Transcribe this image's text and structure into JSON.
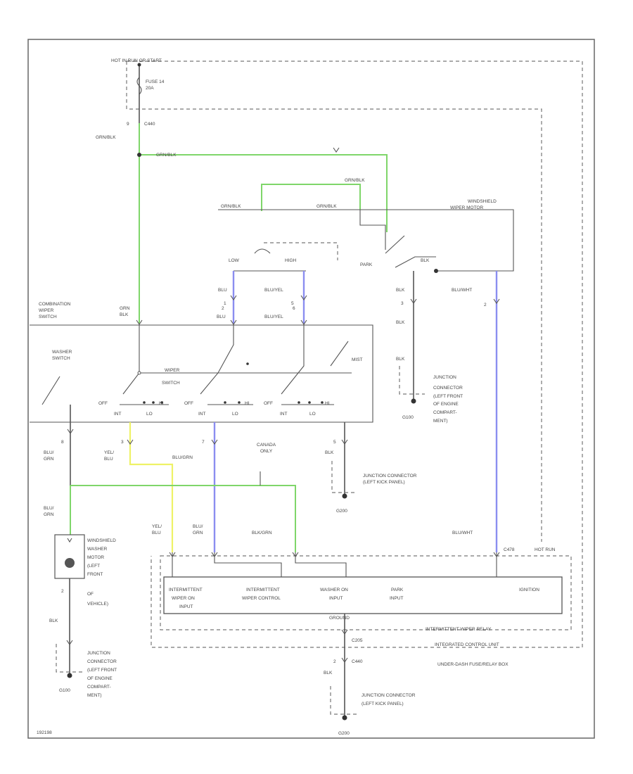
{
  "labels": {
    "hot_in_run": "HOT IN RUN OR START",
    "fuse": "FUSE 14",
    "fuse_amp": "20A",
    "pin_top": "9",
    "c440_top": "C440",
    "wire_grn_blk": "GRN/BLK",
    "wire_grn_blk_2": "GRN/BLK",
    "wire_grn_blk_3": "GRN/BLK",
    "wire_grn_blk_4": "GRN/BLK",
    "wire_grn_blk_5": "GRN/BLK",
    "motor_title_1": "WINDSHIELD",
    "motor_title_2": "WIPER MOTOR",
    "low": "LOW",
    "high": "HIGH",
    "park": "PARK",
    "blk_park": "BLK",
    "blu": "BLU",
    "pin_1": "1",
    "blu_yel": "BLU/YEL",
    "pin_5": "5",
    "blk_motor": "BLK",
    "pin_3_motor": "3",
    "blu_wht": "BLU/WHT",
    "pin_2_motor": "2",
    "combo_1": "COMBINATION",
    "combo_2": "WIPER",
    "combo_3": "SWITCH",
    "grn_blk_sw_1": "GRN",
    "grn_blk_sw_2": "BLK",
    "pin_2_sw": "2",
    "pin_6_sw": "6",
    "blu_sw": "BLU",
    "blu_yel_sw": "BLU/YEL",
    "washer_switch_1": "WASHER",
    "washer_switch_2": "SWITCH",
    "wiper_switch_1": "WIPER",
    "wiper_switch_2": "SWITCH",
    "mist": "MIST",
    "off1": "OFF",
    "int1": "INT",
    "lo1": "LO",
    "hi1": "HI",
    "off2": "OFF",
    "int2": "INT",
    "lo2": "LO",
    "hi2": "HI",
    "off3": "OFF",
    "int3": "INT",
    "lo3": "LO",
    "hi3": "HI",
    "pin_8": "8",
    "blu_grn_a_1": "BLU/",
    "blu_grn_a_2": "GRN",
    "pin_3_sw": "3",
    "yel_blu_1": "YEL/",
    "yel_blu_2": "BLU",
    "pin_7": "7",
    "blu_grn_b": "BLU/GRN",
    "canada_1": "CANADA",
    "canada_2": "ONLY",
    "pin_5_sw": "5",
    "blk_sw": "BLK",
    "g200_sw": "G200",
    "junction_kick_1": "JUNCTION CONNECTOR",
    "junction_kick_2": "(LEFT KICK PANEL)",
    "blk_motor_ground": "BLK",
    "jc_engine_motor_1": "JUNCTION",
    "jc_engine_motor_2": "CONNECTOR",
    "jc_engine_motor_3": "(LEFT FRONT",
    "jc_engine_motor_4": "OF ENGINE",
    "jc_engine_motor_5": "COMPART-",
    "jc_engine_motor_6": "MENT)",
    "g100_motor": "G100",
    "blu_grn_c_1": "BLU/",
    "blu_grn_c_2": "GRN",
    "washer_motor_1": "WINDSHIELD",
    "washer_motor_2": "WASHER",
    "washer_motor_3": "MOTOR",
    "washer_motor_4": "(LEFT",
    "washer_motor_5": "FRONT",
    "washer_motor_6": "OF",
    "washer_motor_7": "VEHICLE)",
    "pin_2_wm": "2",
    "blk_wm": "BLK",
    "jc_engine_wm_1": "JUNCTION",
    "jc_engine_wm_2": "CONNECTOR",
    "jc_engine_wm_3": "(LEFT FRONT",
    "jc_engine_wm_4": "OF ENGINE",
    "jc_engine_wm_5": "COMPART-",
    "jc_engine_wm_6": "MENT)",
    "g100_wm": "G100",
    "yel_blu_r_1": "YEL/",
    "yel_blu_r_2": "BLU",
    "blu_grn_r_1": "BLU/",
    "blu_grn_r_2": "GRN",
    "blu_grn_r_3": "BLK/GRN",
    "blu_wht_r": "BLU/WHT",
    "c478": "C478",
    "hot_run_right": "HOT RUN",
    "relay_int_wiper_on_1": "INTERMITTENT",
    "relay_int_wiper_on_2": "WIPER ON",
    "relay_int_wiper_on_3": "INPUT",
    "relay_int_wiper_ctrl_1": "INTERMITTENT",
    "relay_int_wiper_ctrl_2": "WIPER CONTROL",
    "relay_washer_on_1": "WASHER ON",
    "relay_washer_on_2": "INPUT",
    "relay_park_1": "PARK",
    "relay_park_2": "INPUT",
    "relay_ignition": "IGNITION",
    "ground": "GROUND",
    "int_wiper_relay": "INTERMITTENT WIPER RELAY",
    "integrated_unit": "INTEGRATED CONTROL UNIT",
    "underdash_box": "UNDER-DASH FUSE/RELAY BOX",
    "c205": "C205",
    "pin_2_bottom": "2",
    "c440_bottom": "C440",
    "blk_bottom": "BLK",
    "jc_kick_bottom_1": "JUNCTION CONNECTOR",
    "jc_kick_bottom_2": "(LEFT KICK PANEL)",
    "g200_bottom": "G200",
    "code": "192198"
  }
}
